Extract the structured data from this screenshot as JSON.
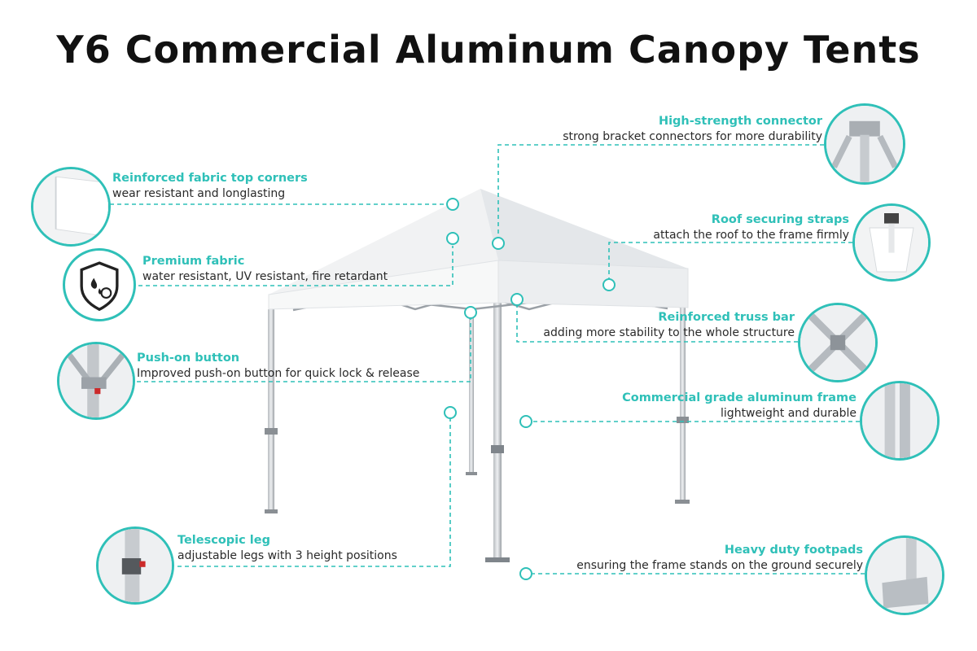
{
  "title": "Y6 Commercial Aluminum Canopy Tents",
  "accent_color": "#2fc0b8",
  "features": {
    "fabric_corners": {
      "heading": "Reinforced fabric top corners",
      "desc": "wear resistant and longlasting",
      "icon": "fabric-corner-closeup"
    },
    "premium_fabric": {
      "heading": "Premium fabric",
      "desc": "water resistant, UV resistant, fire retardant",
      "icon": "shield-icon"
    },
    "push_button": {
      "heading": "Push-on button",
      "desc": "Improved push-on button for quick lock & release",
      "icon": "push-button-closeup"
    },
    "telescopic_leg": {
      "heading": "Telescopic leg",
      "desc": "adjustable legs with 3 height positions",
      "icon": "telescopic-leg-closeup"
    },
    "connector": {
      "heading": "High-strength connector",
      "desc": "strong bracket connectors for more durability",
      "icon": "connector-closeup"
    },
    "straps": {
      "heading": "Roof securing straps",
      "desc": "attach the roof to the frame firmly",
      "icon": "strap-closeup"
    },
    "truss": {
      "heading": "Reinforced truss bar",
      "desc": "adding more stability to the whole structure",
      "icon": "truss-closeup"
    },
    "frame": {
      "heading": "Commercial grade aluminum frame",
      "desc": "lightweight and durable",
      "icon": "frame-closeup"
    },
    "footpads": {
      "heading": "Heavy duty footpads",
      "desc": "ensuring the frame stands on the ground securely",
      "icon": "footpad-closeup"
    }
  }
}
